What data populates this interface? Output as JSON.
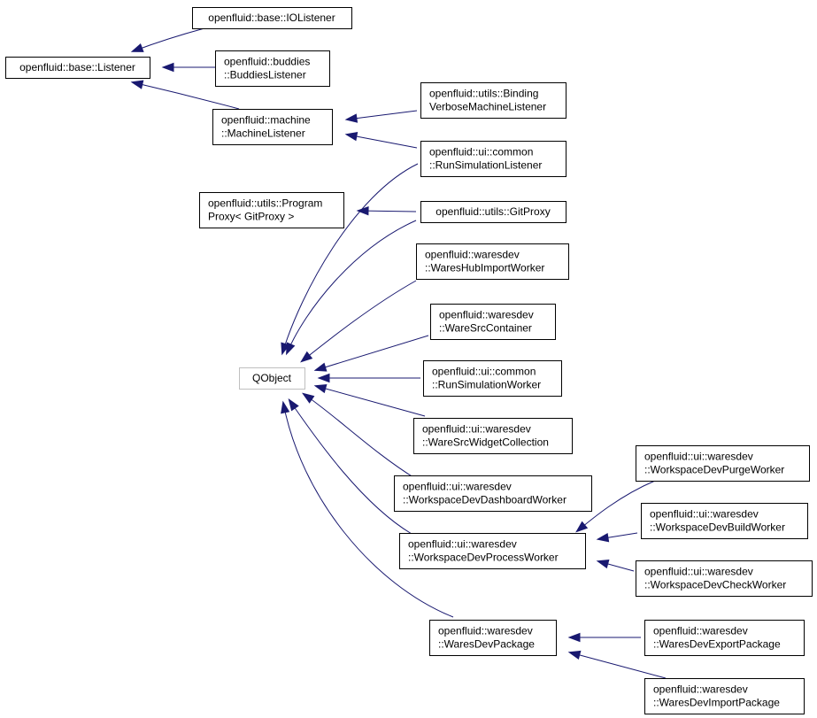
{
  "nodes": {
    "ext_qobject": [
      "QObject"
    ],
    "base_listener": [
      "openfluid::base::Listener"
    ],
    "base_iolistener": [
      "openfluid::base::IOListener"
    ],
    "buddies_listener": [
      "openfluid::buddies",
      "::BuddiesListener"
    ],
    "machine_listener": [
      "openfluid::machine",
      "::MachineListener"
    ],
    "binding_listener": [
      "openfluid::utils::Binding",
      "VerboseMachineListener"
    ],
    "run_sim_listener": [
      "openfluid::ui::common",
      "::RunSimulationListener"
    ],
    "program_proxy": [
      "openfluid::utils::Program",
      "Proxy< GitProxy >"
    ],
    "git_proxy": [
      "openfluid::utils::GitProxy"
    ],
    "hub_import_worker": [
      "openfluid::waresdev",
      "::WaresHubImportWorker"
    ],
    "ware_src_container": [
      "openfluid::waresdev",
      "::WareSrcContainer"
    ],
    "run_sim_worker": [
      "openfluid::ui::common",
      "::RunSimulationWorker"
    ],
    "ware_src_widget_collection": [
      "openfluid::ui::waresdev",
      "::WareSrcWidgetCollection"
    ],
    "dashboard_worker": [
      "openfluid::ui::waresdev",
      "::WorkspaceDevDashboardWorker"
    ],
    "process_worker": [
      "openfluid::ui::waresdev",
      "::WorkspaceDevProcessWorker"
    ],
    "purge_worker": [
      "openfluid::ui::waresdev",
      "::WorkspaceDevPurgeWorker"
    ],
    "build_worker": [
      "openfluid::ui::waresdev",
      "::WorkspaceDevBuildWorker"
    ],
    "check_worker": [
      "openfluid::ui::waresdev",
      "::WorkspaceDevCheckWorker"
    ],
    "dev_package": [
      "openfluid::waresdev",
      "::WaresDevPackage"
    ],
    "export_package": [
      "openfluid::waresdev",
      "::WaresDevExportPackage"
    ],
    "import_package": [
      "openfluid::waresdev",
      "::WaresDevImportPackage"
    ]
  },
  "colors": {
    "edge": "#191970",
    "node_border": "#000000",
    "external_node_border": "#bfbfbf"
  }
}
